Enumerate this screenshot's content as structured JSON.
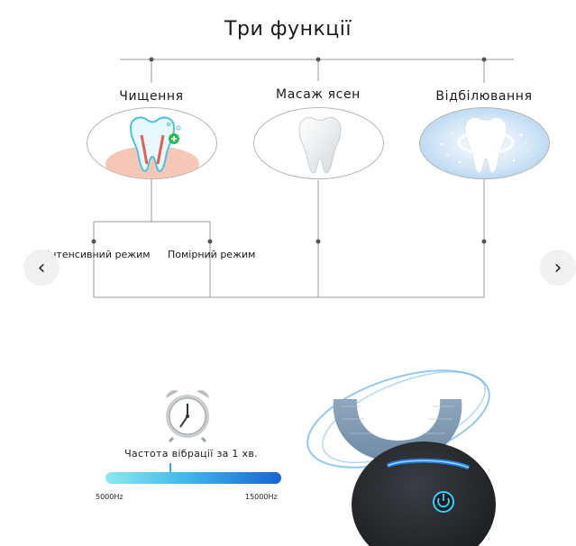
{
  "title": "Три функції",
  "functions": [
    {
      "label": "Чищення",
      "icon": "tooth-cleaning-icon"
    },
    {
      "label": "Масаж ясен",
      "icon": "tooth-icon"
    },
    {
      "label": "Відбілювання",
      "icon": "tooth-whitening-icon"
    }
  ],
  "modes": [
    {
      "label": "Інтенсивний режим"
    },
    {
      "label": "Помірний режим"
    }
  ],
  "vibration": {
    "label": "Частота вібрації за 1 хв.",
    "min_label": "5000Hz",
    "max_label": "15000Hz"
  },
  "nav": {
    "prev_icon": "‹",
    "next_icon": "›"
  },
  "colors": {
    "accent": "#2ea7e3",
    "device_body": "#26282c",
    "led_blue": "#1e8cff"
  }
}
